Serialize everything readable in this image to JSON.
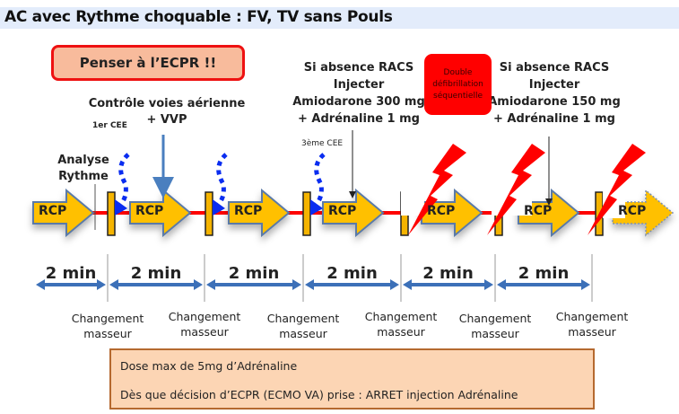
{
  "header": {
    "title": "AC avec Rythme choquable : FV, TV sans Pouls"
  },
  "callout": {
    "label": "Penser à l’ECPR !!"
  },
  "annotations": {
    "first_cee": "1er CEE",
    "third_cee": "3ème CEE",
    "analyse": [
      "Analyse",
      "Rythme"
    ],
    "airway": [
      "Contrôle voies aérienne",
      "+ VVP"
    ],
    "injection_1": [
      "Si absence RACS",
      "Injecter",
      "Amiodarone 300 mg",
      "+ Adrénaline 1 mg"
    ],
    "injection_2": [
      "Si absence RACS",
      "Injecter",
      "Amiodarone 150 mg",
      "+ Adrénaline 1 mg"
    ],
    "double_defib": [
      "Double",
      "défibrillation",
      "séquentielle"
    ]
  },
  "timeline": {
    "cycle_label": "RCP",
    "cycle_count": 7
  },
  "durations": [
    "2 min",
    "2 min",
    "2 min",
    "2 min",
    "2 min",
    "2 min"
  ],
  "changes": [
    [
      "Changement",
      "masseur"
    ],
    [
      "Changement",
      "masseur"
    ],
    [
      "Changement",
      "masseur"
    ],
    [
      "Changement",
      "masseur"
    ],
    [
      "Changement",
      "masseur"
    ],
    [
      "Changement",
      "masseur"
    ]
  ],
  "note": {
    "line1": "Dose max de 5mg d’Adrénaline",
    "line2": "Dès que décision d’ECPR (ECMO VA) prise : ARRET injection Adrénaline"
  },
  "colors": {
    "rcp": "#ffc000",
    "shock_bar": "#f5b400",
    "line": "#ff0000",
    "cee_arrow": "#0a2df0",
    "bolt": "#ff0000",
    "duration_arrow": "#3c70b8"
  }
}
